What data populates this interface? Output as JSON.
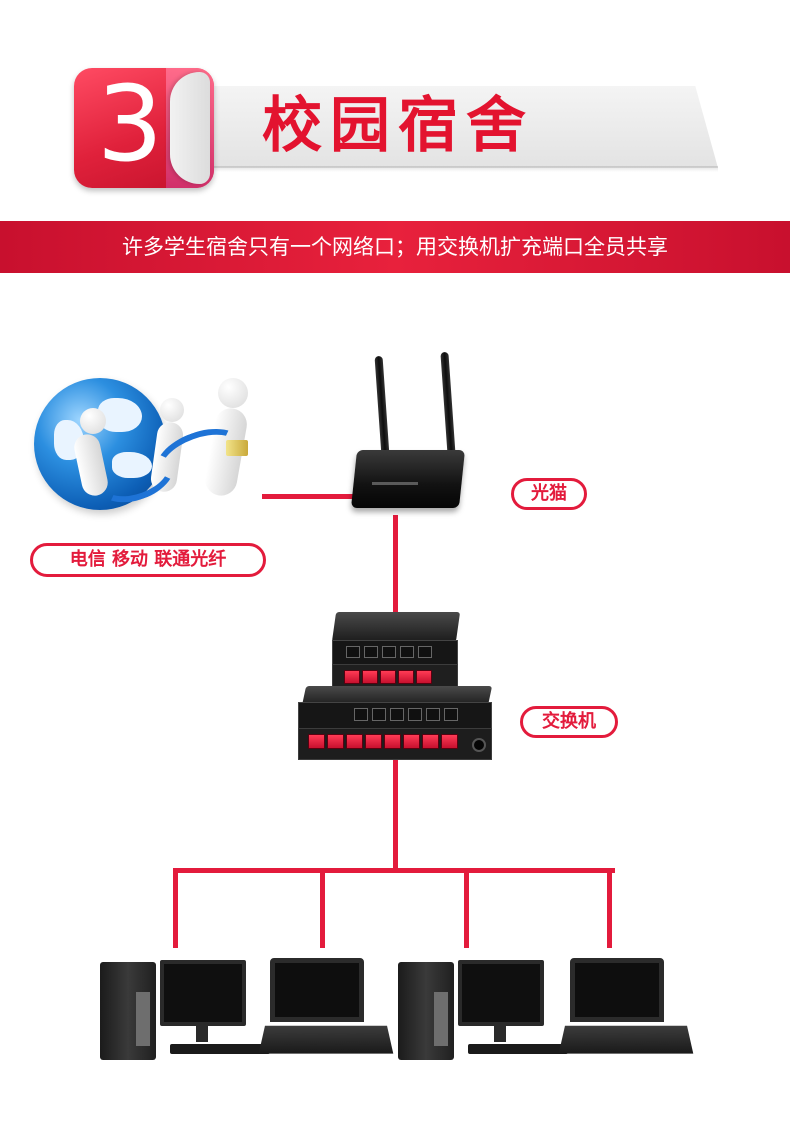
{
  "header": {
    "number": "3",
    "title": "校园宿舍"
  },
  "subtitle": "许多学生宿舍只有一个网络口；用交换机扩充端口全员共享",
  "labels": {
    "isp": "电信  移动 联通光纤",
    "modem": "光猫",
    "switch": "交换机"
  },
  "colors": {
    "accent": "#e31b3c",
    "title": "#e3132f",
    "band": "#c8102e"
  }
}
